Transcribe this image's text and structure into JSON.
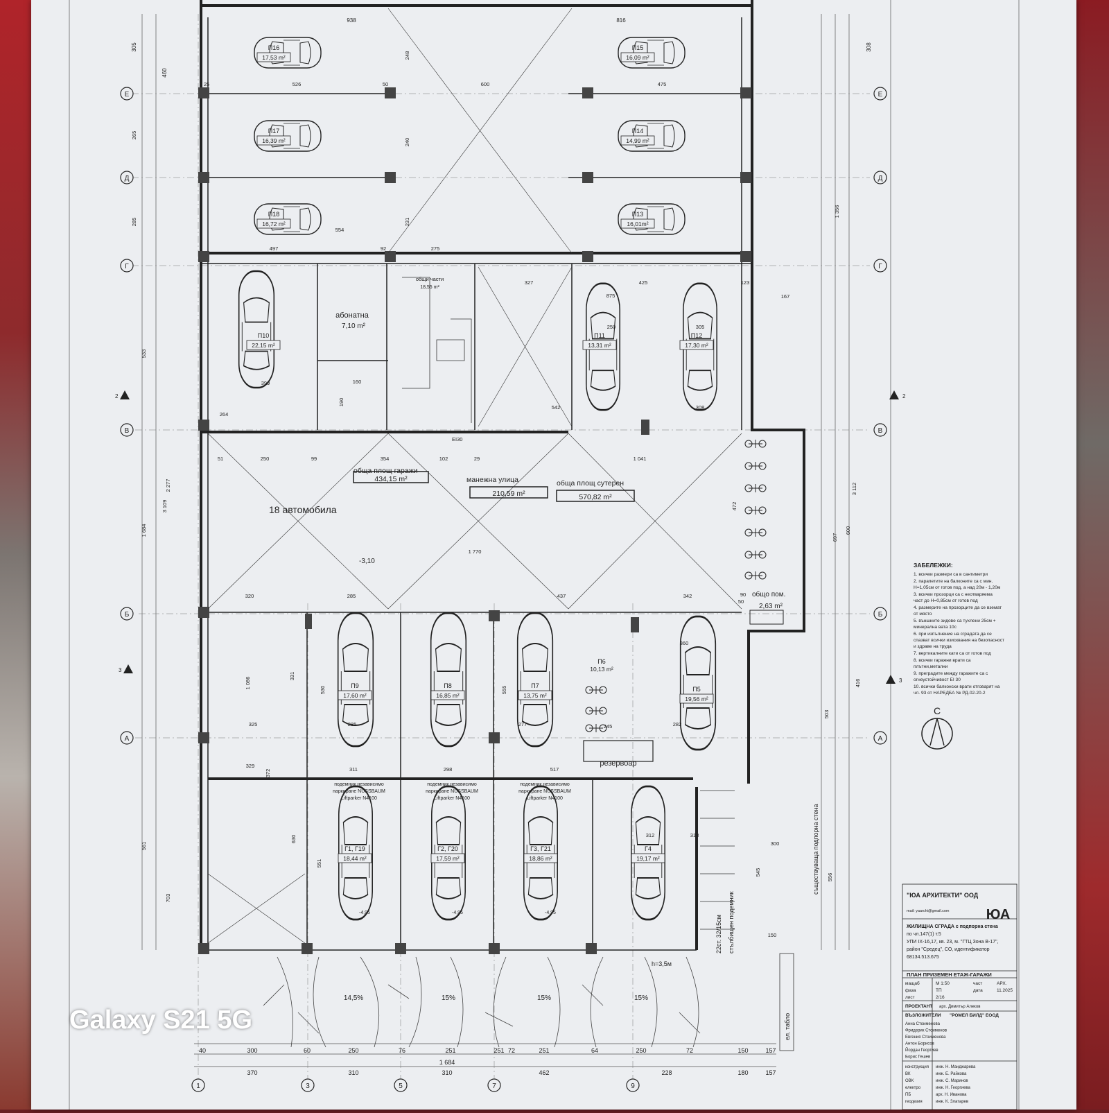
{
  "plan": {
    "grid_letters": [
      "Е",
      "Д",
      "Г",
      "В",
      "Б",
      "А"
    ],
    "grid_numbers": [
      "1",
      "3",
      "5",
      "7",
      "9"
    ],
    "section_marks": [
      "2",
      "2",
      "3",
      "3"
    ],
    "spaces": [
      {
        "id": "П16",
        "area": "17,53 m²"
      },
      {
        "id": "П17",
        "area": "16,39 m²"
      },
      {
        "id": "П18",
        "area": "16,72 m²"
      },
      {
        "id": "П15",
        "area": "16,09 m²"
      },
      {
        "id": "П14",
        "area": "14,99 m²"
      },
      {
        "id": "П13",
        "area": "16,01m²"
      },
      {
        "id": "П10",
        "area": "22,15 m²"
      },
      {
        "id": "П11",
        "area": "13,31 m²"
      },
      {
        "id": "П12",
        "area": "17,30 m²"
      },
      {
        "id": "П9",
        "area": "17,60 m²"
      },
      {
        "id": "П8",
        "area": "16,85 m²"
      },
      {
        "id": "П7",
        "area": "13,75 m²"
      },
      {
        "id": "П5",
        "area": "19,56 m²"
      },
      {
        "id": "Г1, Г19",
        "area": "18,44 m²"
      },
      {
        "id": "Г2, Г20",
        "area": "17,59 m²"
      },
      {
        "id": "Г3, Г21",
        "area": "18,86 m²"
      },
      {
        "id": "Г4",
        "area": "19,17 m²"
      }
    ],
    "p6": {
      "id": "П6",
      "area": "10,13 m²"
    },
    "abonatna": {
      "label": "абонатна",
      "area": "7,10 m²"
    },
    "common_parts": {
      "label": "общи части",
      "area": "18,55 m²"
    },
    "common_room": {
      "label": "общо пом.",
      "area": "2,63 m²"
    },
    "garages_total": {
      "label": "обща площ гаражи",
      "area": "434,15 m²"
    },
    "driveway": {
      "label": "манежна улица",
      "area": "210,59 m²"
    },
    "basement_total": {
      "label": "обща площ сутерен",
      "area": "570,82 m²"
    },
    "cars_count": "18 автомобила",
    "level_main": "-3,10",
    "level_lifts": "-4,95",
    "reservoir": "резервоар",
    "lift_note": [
      "подемник независимо",
      "паркиране NUSSBAUM",
      "Liftparker N4100"
    ],
    "retaining_wall": "съществуваща подпорна стена",
    "stairs_note": "22ст. 32/15см",
    "stair_lift": "стълбищен подемник",
    "height_note": "h=3,5м",
    "el_board": "ел. табло",
    "slopes": [
      "14,5%",
      "15%",
      "15%",
      "15%"
    ],
    "dims_top": [
      "938",
      "816",
      "305",
      "460",
      "308"
    ],
    "dims_misc": [
      "526",
      "50",
      "600",
      "475",
      "25",
      "554",
      "497",
      "92",
      "275",
      "327",
      "425",
      "123",
      "167",
      "875",
      "250",
      "305",
      "542",
      "308",
      "51",
      "250",
      "99",
      "354",
      "102",
      "29",
      "1 041",
      "1 770",
      "320",
      "285",
      "437",
      "342",
      "90",
      "50",
      "530",
      "331",
      "555",
      "325",
      "285",
      "277",
      "282",
      "329",
      "311",
      "298",
      "517",
      "312",
      "318",
      "630",
      "551",
      "561",
      "703",
      "372",
      "1 086",
      "1 684",
      "3 109",
      "2 277",
      "600",
      "533",
      "1 356",
      "3 112",
      "697",
      "503",
      "556",
      "545",
      "300",
      "150",
      "264",
      "399",
      "160",
      "190",
      "240",
      "231",
      "248",
      "265",
      "285",
      "416",
      "472",
      "245",
      "360"
    ],
    "dims_bottom_1": [
      "40",
      "300",
      "60",
      "250",
      "76",
      "251",
      "251",
      "72",
      "251",
      "64",
      "250",
      "72",
      "150",
      "157"
    ],
    "dims_bottom_2": [
      "370",
      "310",
      "310",
      "462",
      "228",
      "180",
      "157"
    ],
    "dims_bottom_total": "1 684",
    "ei_note": "EI30",
    "north": "С"
  },
  "notes": {
    "title": "ЗАБЕЛЕЖКИ:",
    "items": [
      "1. всички размери са в сантиметри",
      "2. парапетите на балконите са с мин. H=1,05см от готов под, а над 20м - 1,20м",
      "3. всички прозорци са с неотваряема част до H=0,85см от готов под",
      "4. размерите на прозорците да се вземат от място",
      "5. външните зидове са тухлени 25см + минерална вата 10с",
      "6. при изпълнение на сградата да се спазват всички изисквания на безопасност и здраве на труда",
      "7. вертикалните кати са от готов под",
      "8. всички гаражни врати са плътни,метални",
      "9. преградите между гаражите са с огнеустойчивост EI 30",
      "10. всички балконски врати отговарят на чл. 93 от НАРЕДБА № РД-02-20-2"
    ]
  },
  "title_block": {
    "firm": "\"ЮА АРХИТЕКТИ\" ООД",
    "email": "mail: yaarchi@gmail.com",
    "project": [
      "ЖИЛИЩНА СГРАДА с подпорна стена",
      "по чл.147(1) т.5",
      "УПИ IX-16,17, кв. 23, м. \"ГТЦ Зона В-17\",",
      "район \"Средец\", СО, идентификатор",
      "68134.513.675"
    ],
    "sheet_title": "ПЛАН ПРИЗЕМЕН ЕТАЖ-ГАРАЖИ",
    "rows": [
      {
        "k": "мащаб",
        "v": "М 1:50",
        "k2": "част",
        "v2": "АРХ."
      },
      {
        "k": "фаза",
        "v": "ТП",
        "k2": "дата",
        "v2": "11.2025"
      },
      {
        "k": "лист",
        "v": "2/16",
        "k2": "",
        "v2": ""
      }
    ],
    "designer_label": "ПРОЕКТАНТ",
    "designer": "арх. Димитър Алеков",
    "client_label": "ВЪЗЛОЖИТЕЛИ",
    "client": "\"РОМЕЛ БИЛД\" ЕООД",
    "people": [
      "Анна Стоименова",
      "Фридерик Стоименов",
      "Евгения Стоименова",
      "Антон Борисов",
      "Йордан Георгиев",
      "Борис Гешев"
    ],
    "disciplines": [
      {
        "k": "конструкция",
        "v": "инж. Н. Манджарева"
      },
      {
        "k": "ВК",
        "v": "инж. Е. Райкова"
      },
      {
        "k": "ОВК",
        "v": "инж. С. Маринов"
      },
      {
        "k": "електро",
        "v": "инж. Н. Георгиева"
      },
      {
        "k": "ПБ",
        "v": "арх. Н. Иванова"
      },
      {
        "k": "геодезия",
        "v": "инж. К. Златарев"
      }
    ]
  },
  "watermark": "Galaxy S21 5G"
}
